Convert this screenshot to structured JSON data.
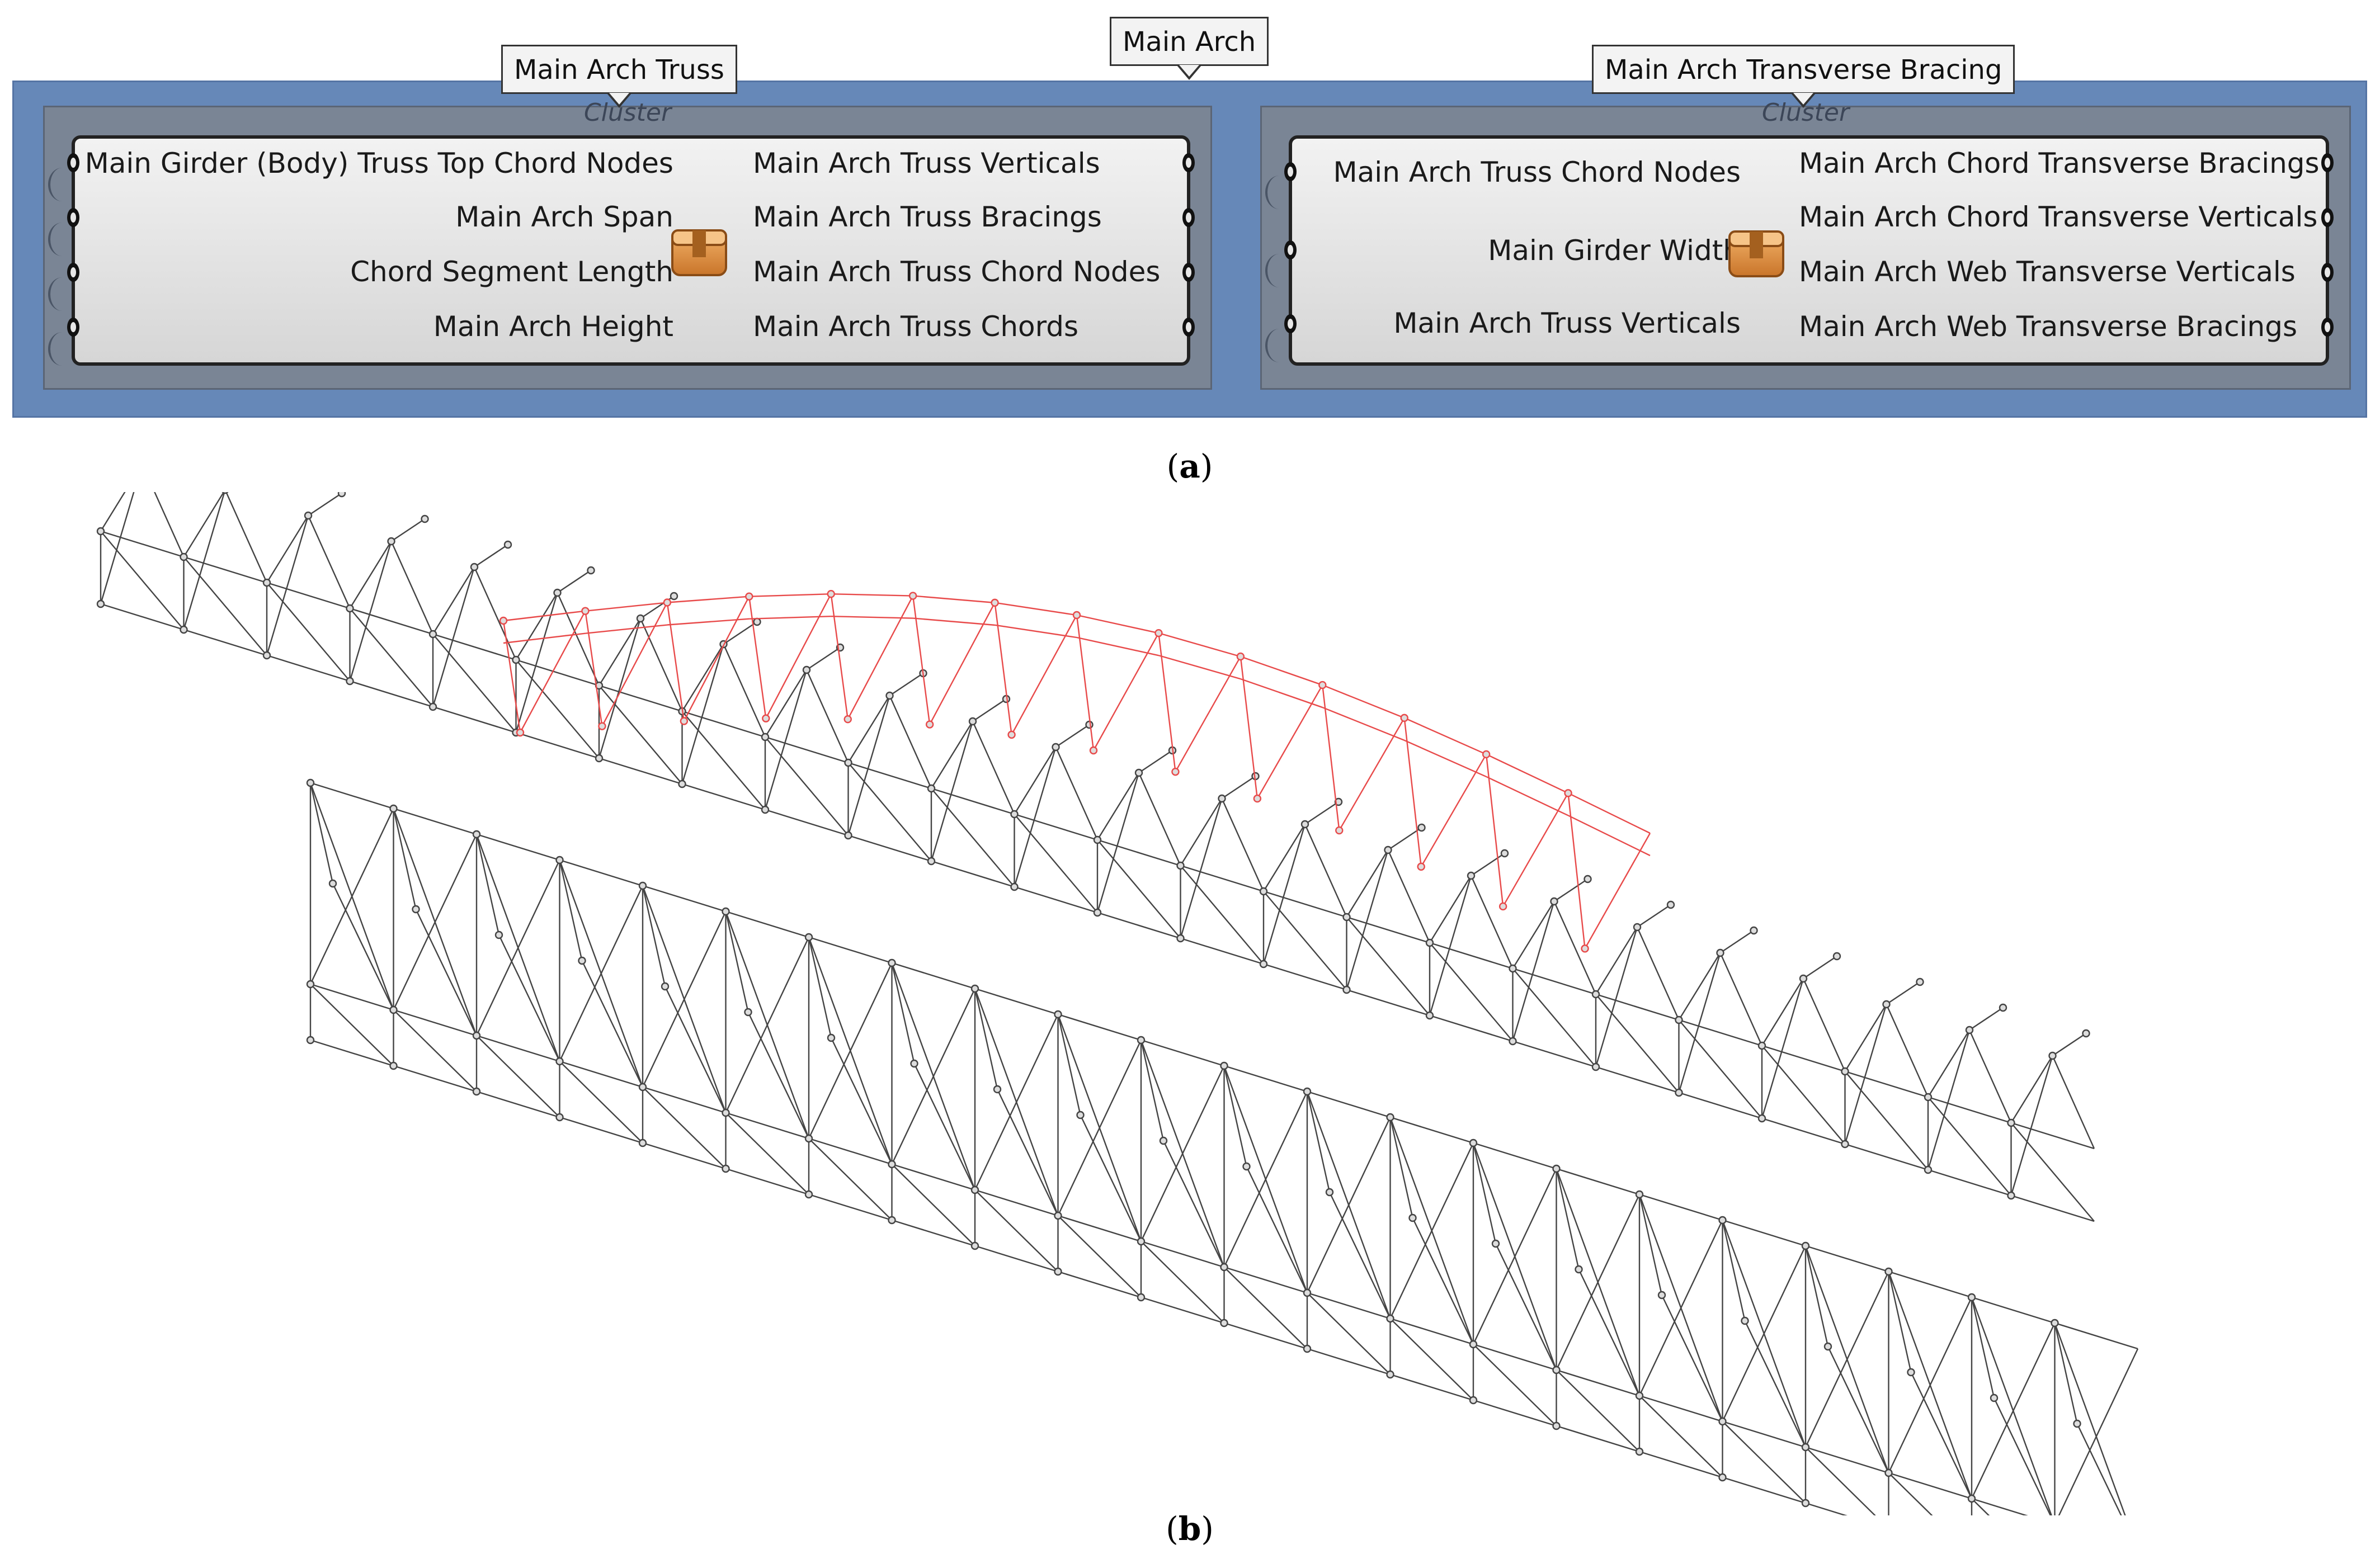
{
  "tooltips": {
    "main_arch": "Main Arch",
    "left_cluster": "Main Arch Truss",
    "right_cluster": "Main Arch Transverse Bracing"
  },
  "left_cluster": {
    "label": "Cluster",
    "inputs": [
      "Main Girder (Body) Truss Top Chord Nodes",
      "Main Arch Span",
      "Chord Segment Length",
      "Main Arch Height"
    ],
    "outputs": [
      "Main Arch Truss Verticals",
      "Main Arch Truss Bracings",
      "Main Arch Truss Chord Nodes",
      "Main Arch Truss Chords"
    ]
  },
  "right_cluster": {
    "label": "Cluster",
    "inputs": [
      "Main Arch Truss Chord Nodes",
      "Main Girder Width",
      "Main Arch Truss Verticals"
    ],
    "outputs": [
      "Main Arch Chord Transverse Bracings",
      "Main Arch Chord Transverse Verticals",
      "Main Arch Web Transverse Verticals",
      "Main Arch Web Transverse Bracings"
    ]
  },
  "captions": {
    "a": "(a)",
    "b": "(b)"
  },
  "caption_parts": {
    "a_letter": "a",
    "b_letter": "b"
  },
  "colors": {
    "arch_highlight": "#e84a4a",
    "truss": "#444444",
    "group_background": "#6688b8",
    "cluster_frame": "#7a8595"
  },
  "icons": {
    "cluster_icon": "package-box-icon"
  }
}
